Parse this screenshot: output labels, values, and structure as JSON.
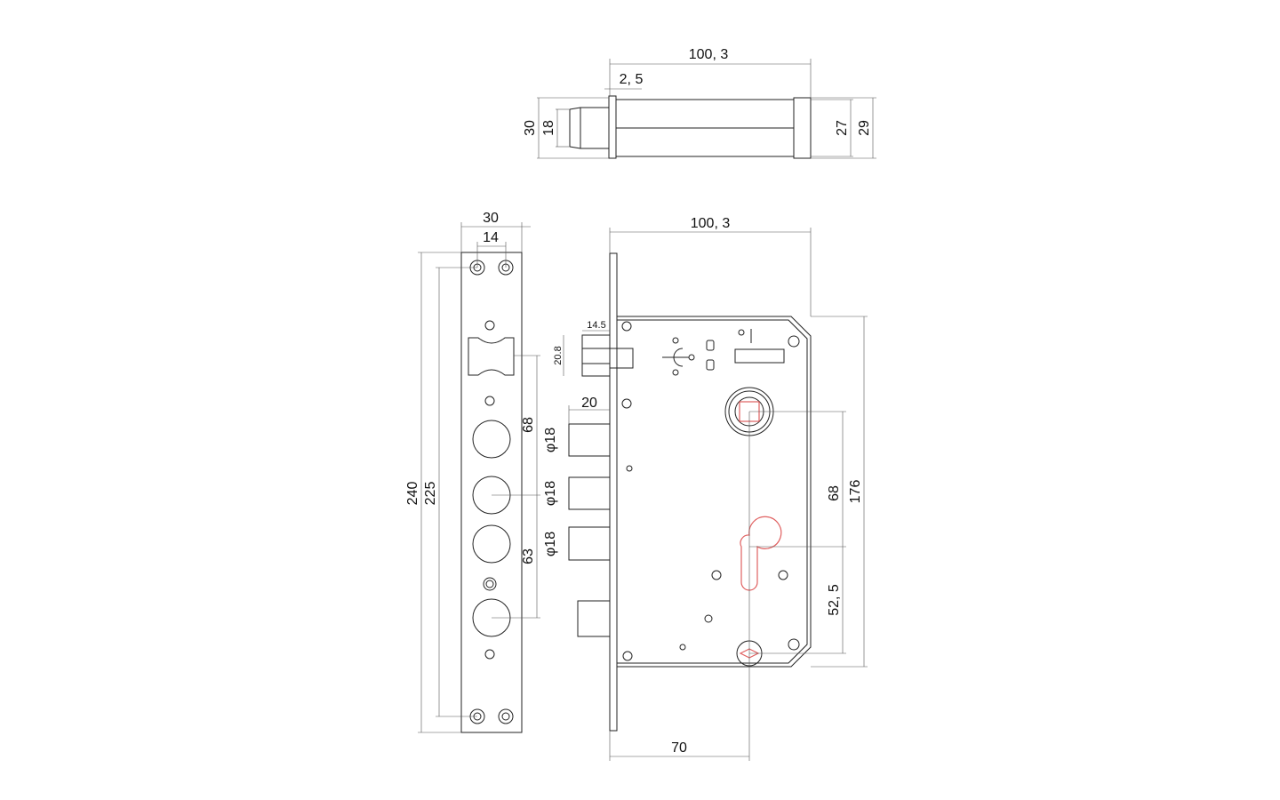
{
  "top_view": {
    "length": "100, 3",
    "flange": "2, 5",
    "height_outer": "30",
    "height_inner": "18",
    "cap_inner": "27",
    "cap_outer": "29"
  },
  "strike_plate": {
    "width": "30",
    "hole_spacing": "14",
    "length": "240",
    "hole_pitch": "225",
    "spacing_upper": "68",
    "spacing_lower": "63"
  },
  "lock_body": {
    "depth": "100, 3",
    "latch_width": "14.5",
    "latch_height": "20.8",
    "bolt_length": "20",
    "bolt_diameters": [
      "φ18",
      "φ18",
      "φ18"
    ],
    "height": "176",
    "spindle_to_cylinder": "68",
    "cylinder_to_bottom": "52, 5",
    "backset": "70"
  },
  "colors": {
    "line": "#222222",
    "highlight": "#e06060"
  }
}
